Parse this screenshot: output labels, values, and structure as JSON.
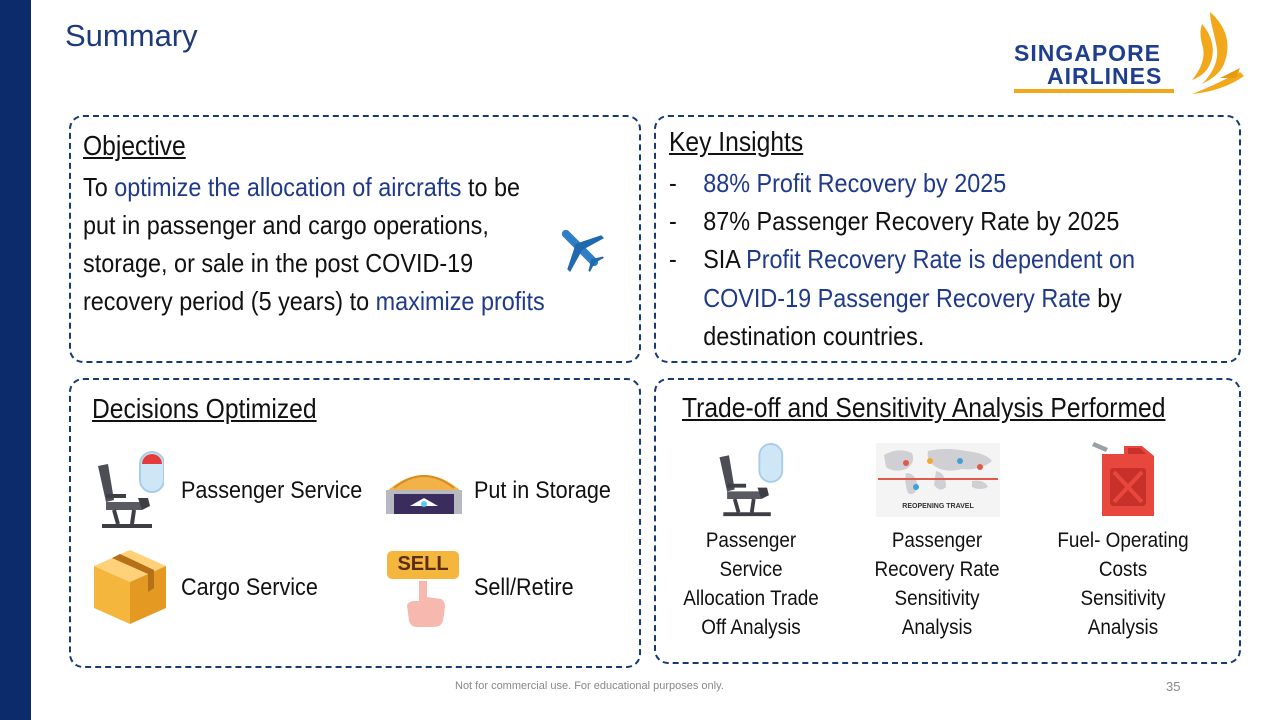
{
  "title": "Summary",
  "logo": {
    "line1": "SINGAPORE",
    "line2": "AIRLINES"
  },
  "objective": {
    "heading": "Objective",
    "line1_pre": "To ",
    "line1_hl": "optimize the allocation of aircrafts",
    "line1_post": " to be",
    "line2": "put in passenger and cargo operations,",
    "line3": "storage, or sale in the post COVID-19",
    "line4_pre": "recovery period (5 years) to ",
    "line4_hl": "maximize profits"
  },
  "insights": {
    "heading": "Key Insights",
    "dash": "-",
    "item1": "88% Profit Recovery by 2025",
    "item2": "87% Passenger Recovery Rate by 2025",
    "item3_pre": "SIA ",
    "item3_hl": "Profit Recovery Rate is dependent on",
    "item3_line2_hl": "COVID-19 Passenger Recovery Rate",
    "item3_line2_post": " by",
    "item3_line3": "destination countries."
  },
  "decisions": {
    "heading": "Decisions Optimized",
    "passenger": "Passenger Service",
    "storage": "Put in Storage",
    "cargo": "Cargo Service",
    "sell": "Sell/Retire",
    "sell_sign": "SELL"
  },
  "analysis": {
    "heading": "Trade-off and Sensitivity Analysis Performed",
    "col1": [
      "Passenger",
      "Service",
      "Allocation Trade",
      "Off Analysis"
    ],
    "col2": [
      "Passenger",
      "Recovery Rate",
      "Sensitivity",
      "Analysis"
    ],
    "col3": [
      "Fuel- Operating",
      "Costs",
      "Sensitivity",
      "Analysis"
    ],
    "map_caption": "REOPENING TRAVEL"
  },
  "footer": "Not for commercial use. For educational purposes only.",
  "page_number": "35",
  "colors": {
    "navy": "#0b2b6b",
    "highlight": "#1f3a8a",
    "logo_blue": "#1f3e8f",
    "logo_gold": "#f3a81c"
  }
}
